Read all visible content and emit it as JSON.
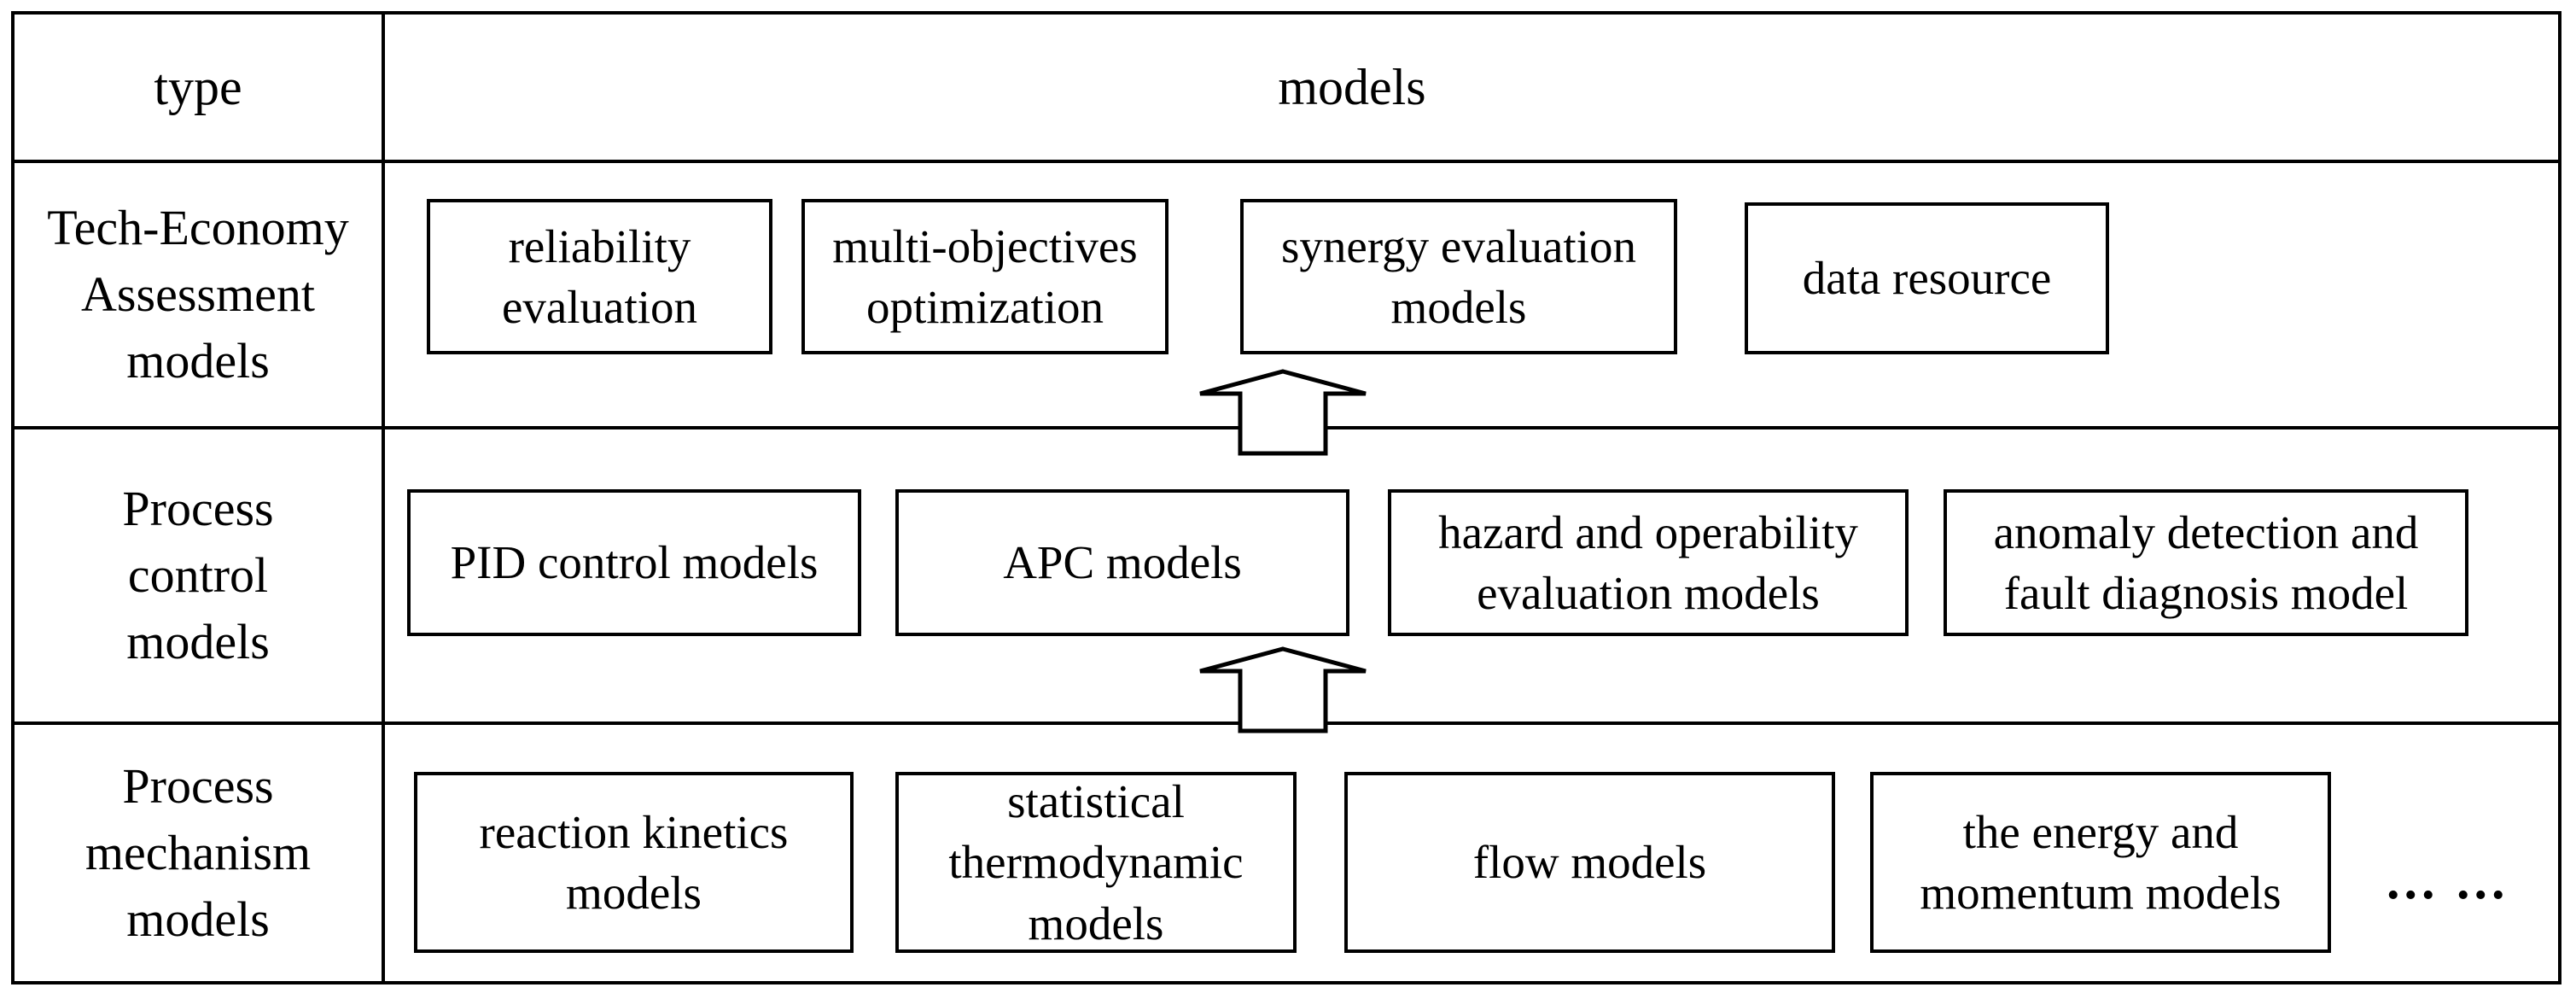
{
  "header": {
    "type": "type",
    "models": "models"
  },
  "rows": [
    {
      "type_label": "Tech-Economy\nAssessment\nmodels",
      "models": [
        "reliability\nevaluation",
        "multi-objectives\noptimization",
        "synergy evaluation\nmodels",
        "data resource"
      ]
    },
    {
      "type_label": "Process\ncontrol\nmodels",
      "models": [
        "PID control models",
        "APC models",
        "hazard and operability\nevaluation models",
        "anomaly detection and\nfault diagnosis model"
      ]
    },
    {
      "type_label": "Process\nmechanism\nmodels",
      "models": [
        "reaction kinetics\nmodels",
        "statistical\nthermodynamic\nmodels",
        "flow models",
        "the energy and\nmomentum models"
      ],
      "ellipsis": "... ..."
    }
  ],
  "colors": {
    "line": "#000000",
    "background": "#ffffff",
    "text": "#000000"
  }
}
